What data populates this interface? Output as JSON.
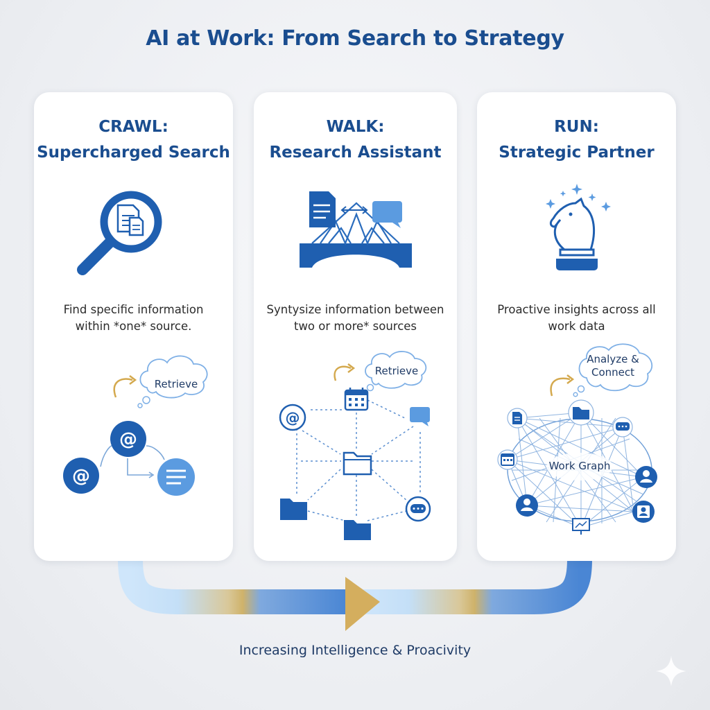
{
  "title": "AI at Work: From Search to Strategy",
  "footer": "Increasing Intelligence & Proacivity",
  "colors": {
    "primary": "#1a4d8f",
    "icon_blue": "#1f5fb0",
    "light_blue": "#5b9be0",
    "gold": "#d4a94e"
  },
  "cards": [
    {
      "stage": "CRAWL:",
      "name": "Supercharged Search",
      "description": "Find specific information within *one* source.",
      "bubble": "Retrieve",
      "icons": [
        "magnifier-icon",
        "document-icon",
        "at-icon",
        "chat-icon"
      ]
    },
    {
      "stage": "WALK:",
      "name": "Research Assistant",
      "description": "Syntysize information between two or more* sources",
      "bubble": "Retrieve",
      "icons": [
        "document-icon",
        "chat-icon",
        "bridge-icon",
        "calendar-icon",
        "folder-icon",
        "at-icon"
      ]
    },
    {
      "stage": "RUN:",
      "name": "Strategic Partner",
      "description": "Proactive insights across all work data",
      "bubble": "Analyze & Connect",
      "graph_label": "Work Graph",
      "icons": [
        "chess-knight-icon",
        "sparkle-icon",
        "folder-icon",
        "person-icon",
        "presentation-icon"
      ]
    }
  ]
}
